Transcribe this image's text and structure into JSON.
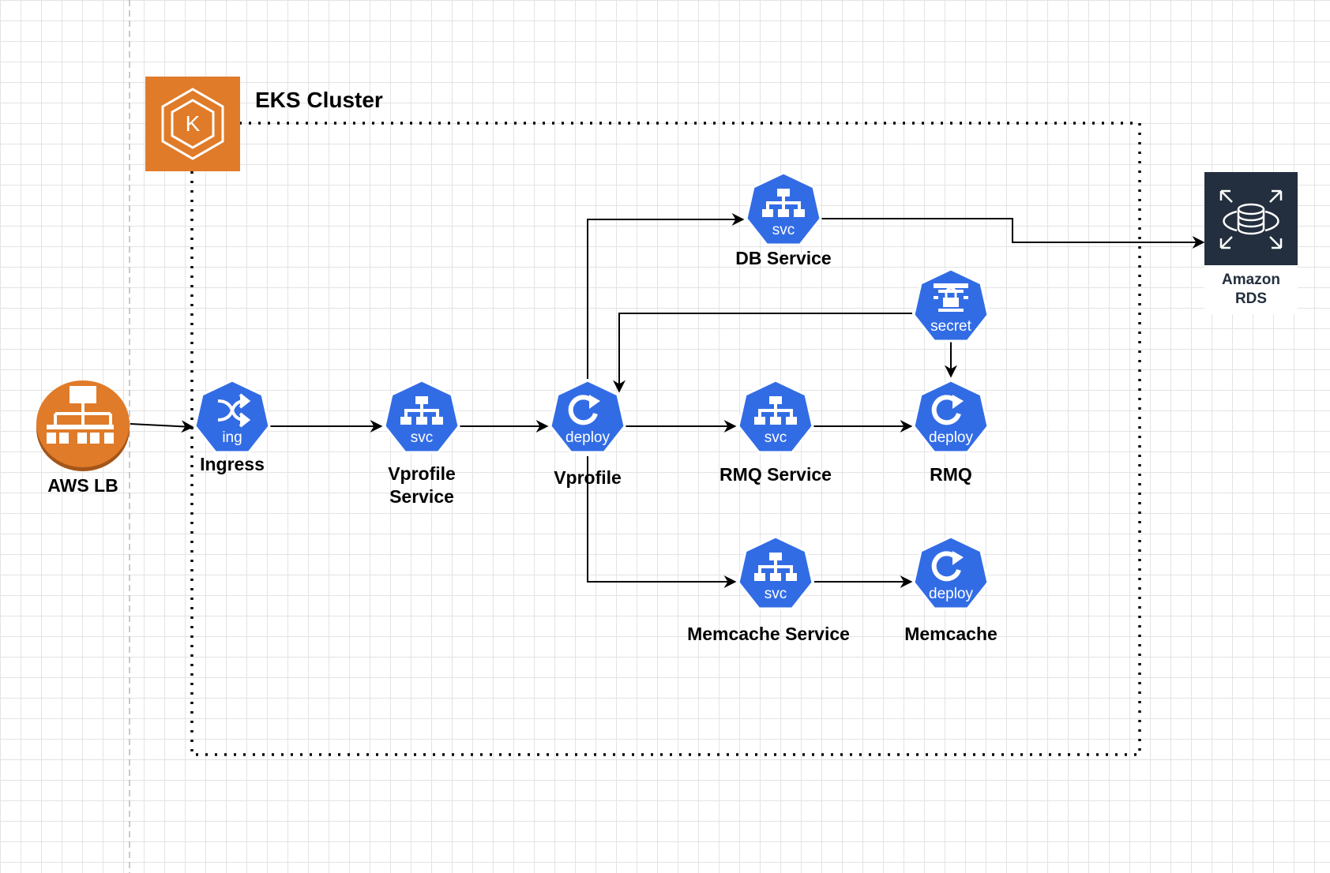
{
  "cluster": {
    "title": "EKS Cluster"
  },
  "nodes": {
    "aws_lb": {
      "label": "AWS LB"
    },
    "ingress": {
      "label": "Ingress",
      "badge": "ing"
    },
    "vprofile_service": {
      "label_line1": "Vprofile",
      "label_line2": "Service",
      "badge": "svc"
    },
    "vprofile": {
      "label": "Vprofile",
      "badge": "deploy"
    },
    "db_service": {
      "label": "DB Service",
      "badge": "svc"
    },
    "secret": {
      "badge": "secret"
    },
    "rmq_service": {
      "label": "RMQ Service",
      "badge": "svc"
    },
    "rmq": {
      "label": "RMQ",
      "badge": "deploy"
    },
    "memcache_service": {
      "label": "Memcache Service",
      "badge": "svc"
    },
    "memcache": {
      "label": "Memcache",
      "badge": "deploy"
    },
    "amazon_rds": {
      "label_line1": "Amazon",
      "label_line2": "RDS"
    }
  },
  "icons": {
    "eks": "eks-icon",
    "load_balancer": "load-balancer-icon",
    "ingress": "ingress-icon",
    "service": "service-icon",
    "deployment": "deployment-icon",
    "secret": "secret-icon",
    "rds": "rds-icon"
  },
  "colors": {
    "k8s_blue": "#326ce5",
    "aws_orange": "#e07b29",
    "rds_dark": "#232f3e",
    "connector": "#000000"
  }
}
